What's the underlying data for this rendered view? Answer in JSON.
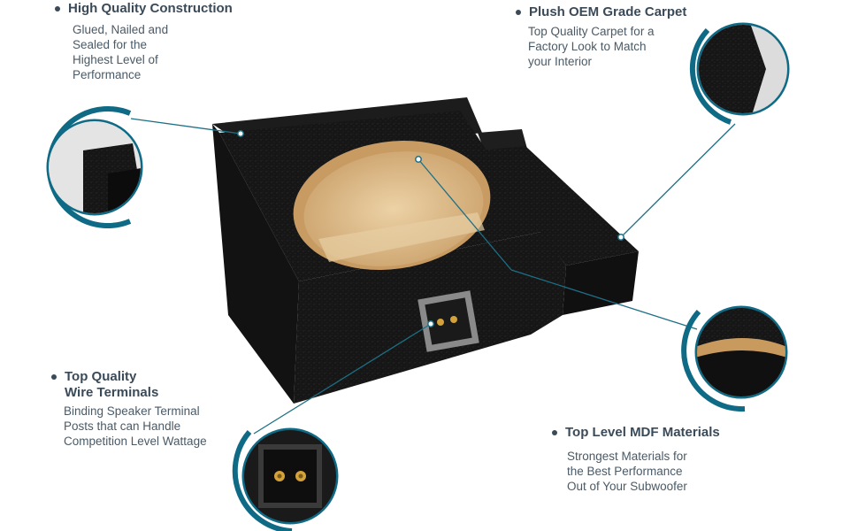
{
  "callouts": {
    "construction": {
      "title": "High Quality Construction",
      "body": "Glued, Nailed and\nSealed for the\nHighest Level of\nPerformance"
    },
    "carpet": {
      "title": "Plush OEM Grade Carpet",
      "body": "Top Quality Carpet for a\nFactory Look to Match\nyour Interior"
    },
    "terminals": {
      "title": "Top Quality\nWire Terminals",
      "body": "Binding Speaker Terminal\nPosts that can Handle\nCompetition Level Wattage"
    },
    "mdf": {
      "title": "Top Level MDF Materials",
      "body": "Strongest Materials for\nthe Best Performance\nOut of  Your Subwoofer"
    }
  },
  "colors": {
    "accent": "#0f6a86",
    "carpet": "#141414",
    "mdf": "#d9b47f",
    "text": "#3a4a58"
  }
}
